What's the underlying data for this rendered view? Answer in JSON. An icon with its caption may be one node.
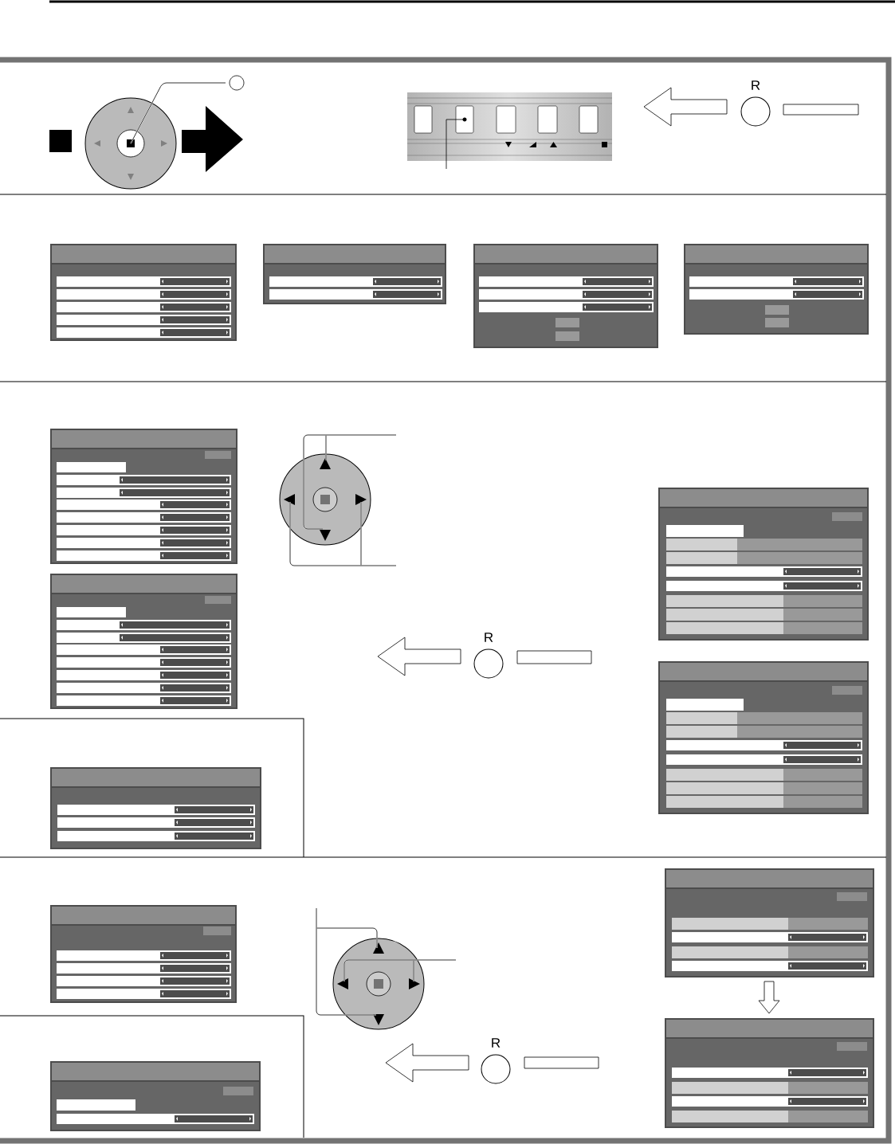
{
  "diagram": {
    "labels": [
      "R",
      "R",
      "R"
    ]
  }
}
